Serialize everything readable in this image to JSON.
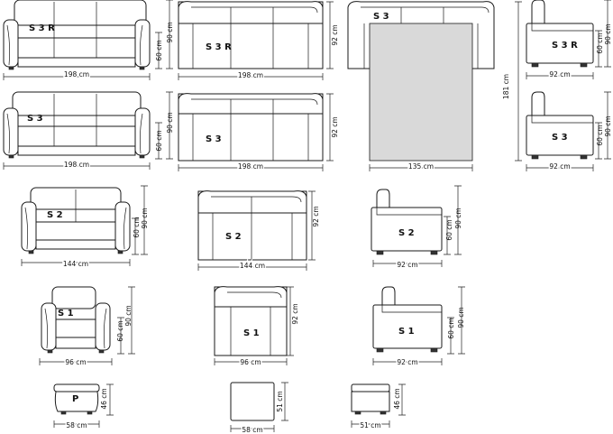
{
  "models": [
    {
      "id": "s3r",
      "label": "S 3 R"
    },
    {
      "id": "s3",
      "label": "S 3"
    },
    {
      "id": "s2",
      "label": "S 2"
    },
    {
      "id": "s1",
      "label": "S 1"
    },
    {
      "id": "p",
      "label": "P"
    }
  ],
  "dimensions": {
    "w198": "198 cm",
    "w144": "144 cm",
    "w96": "96 cm",
    "w58": "58 cm",
    "w92": "92 cm",
    "w135": "135 cm",
    "w51": "51 cm",
    "h60": "60 cm",
    "h90": "90 cm",
    "h92": "92 cm",
    "h181": "181 cm",
    "h46": "46 cm",
    "h51": "51 cm"
  }
}
